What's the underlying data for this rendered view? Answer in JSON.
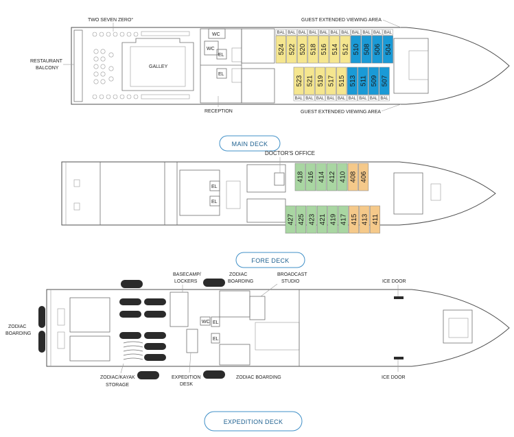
{
  "colors": {
    "yellow": "#f5e68f",
    "blue": "#1a9ad6",
    "green": "#a9d6a2",
    "orange": "#f5c98a",
    "accent": "#3f8fc7"
  },
  "main_deck": {
    "title": "MAIN DECK",
    "labels": {
      "two_seven_zero": "TWO SEVEN ZERO°",
      "restaurant_balcony_1": "RESTAURANT",
      "restaurant_balcony_2": "BALCONY",
      "galley": "GALLEY",
      "reception": "RECEPTION",
      "guest_view_top": "GUEST EXTENDED VIEWING AREA",
      "guest_view_bottom": "GUEST EXTENDED VIEWING AREA",
      "wc_1": "WC",
      "wc_2": "WC",
      "el_1": "EL",
      "el_2": "EL"
    },
    "bal": "BAL",
    "top_cabins": [
      {
        "n": "524",
        "c": "yellow"
      },
      {
        "n": "522",
        "c": "yellow"
      },
      {
        "n": "520",
        "c": "yellow"
      },
      {
        "n": "518",
        "c": "yellow"
      },
      {
        "n": "516",
        "c": "yellow"
      },
      {
        "n": "514",
        "c": "yellow"
      },
      {
        "n": "512",
        "c": "yellow"
      },
      {
        "n": "510",
        "c": "blue"
      },
      {
        "n": "508",
        "c": "blue"
      },
      {
        "n": "506",
        "c": "blue"
      },
      {
        "n": "504",
        "c": "blue"
      }
    ],
    "bottom_cabins": [
      {
        "n": "523",
        "c": "yellow"
      },
      {
        "n": "521",
        "c": "yellow"
      },
      {
        "n": "519",
        "c": "yellow"
      },
      {
        "n": "517",
        "c": "yellow"
      },
      {
        "n": "515",
        "c": "yellow"
      },
      {
        "n": "513",
        "c": "blue"
      },
      {
        "n": "511",
        "c": "blue"
      },
      {
        "n": "509",
        "c": "blue"
      },
      {
        "n": "507",
        "c": "blue"
      }
    ]
  },
  "fore_deck": {
    "title": "FORE DECK",
    "labels": {
      "doctors_office": "DOCTOR'S OFFICE",
      "el_1": "EL",
      "el_2": "EL"
    },
    "top_cabins": [
      {
        "n": "418",
        "c": "green"
      },
      {
        "n": "416",
        "c": "green"
      },
      {
        "n": "414",
        "c": "green"
      },
      {
        "n": "412",
        "c": "green"
      },
      {
        "n": "410",
        "c": "green"
      },
      {
        "n": "408",
        "c": "orange"
      },
      {
        "n": "406",
        "c": "orange"
      }
    ],
    "bottom_cabins": [
      {
        "n": "427",
        "c": "green"
      },
      {
        "n": "425",
        "c": "green"
      },
      {
        "n": "423",
        "c": "green"
      },
      {
        "n": "421",
        "c": "green"
      },
      {
        "n": "419",
        "c": "green"
      },
      {
        "n": "417",
        "c": "green"
      },
      {
        "n": "415",
        "c": "orange"
      },
      {
        "n": "413",
        "c": "orange"
      },
      {
        "n": "411",
        "c": "orange"
      }
    ]
  },
  "expedition_deck": {
    "title": "EXPEDITION DECK",
    "labels": {
      "zodiac_boarding_left_1": "ZODIAC",
      "zodiac_boarding_left_2": "BOARDING",
      "basecamp_1": "BASECAMP/",
      "basecamp_2": "LOCKERS",
      "zodiac_boarding_top_1": "ZODIAC",
      "zodiac_boarding_top_2": "BOARDING",
      "broadcast_1": "BROADCAST",
      "broadcast_2": "STUDIO",
      "ice_door_top": "ICE DOOR",
      "ice_door_bottom": "ICE DOOR",
      "kayak_1": "ZODIAC/KAYAK",
      "kayak_2": "STORAGE",
      "expedition_desk_1": "EXPEDITION",
      "expedition_desk_2": "DESK",
      "zodiac_boarding_bottom": "ZODIAC BOARDING",
      "wc": "WC",
      "el_1": "EL",
      "el_2": "EL"
    }
  }
}
